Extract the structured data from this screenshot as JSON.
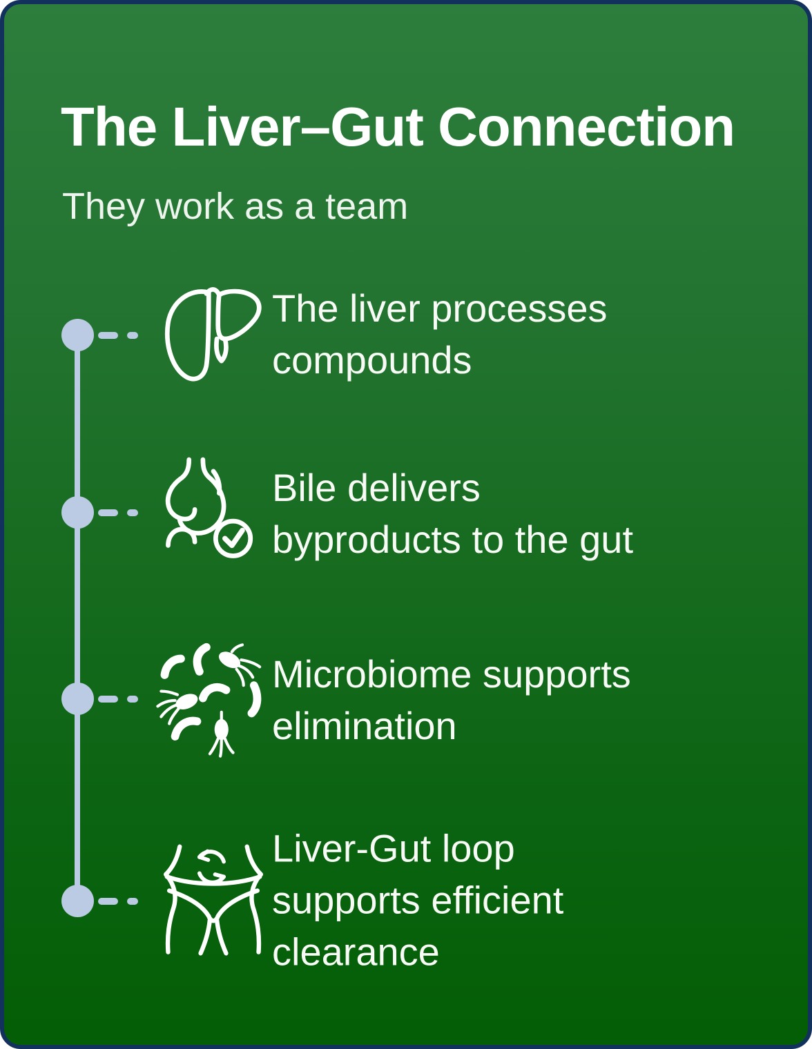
{
  "card": {
    "title": "The Liver–Gut Connection",
    "subtitle": "They work as a team",
    "items": [
      {
        "icon": "liver-icon",
        "text": "The liver processes\ncompounds"
      },
      {
        "icon": "stomach-check-icon",
        "text": "Bile delivers\nbyproducts to the gut"
      },
      {
        "icon": "microbiome-icon",
        "text": "Microbiome supports\nelimination"
      },
      {
        "icon": "waist-loop-icon",
        "text": "Liver-Gut loop\nsupports efficient\nclearance"
      }
    ],
    "colors": {
      "background_top": "#2d7d3c",
      "background_middle": "#166b1f",
      "background_bottom": "#045e05",
      "border": "#13315d",
      "timeline": "#bccbe4",
      "title_text": "#ffffff",
      "body_text": "#f7faf5",
      "icon_stroke": "#ffffff"
    }
  }
}
